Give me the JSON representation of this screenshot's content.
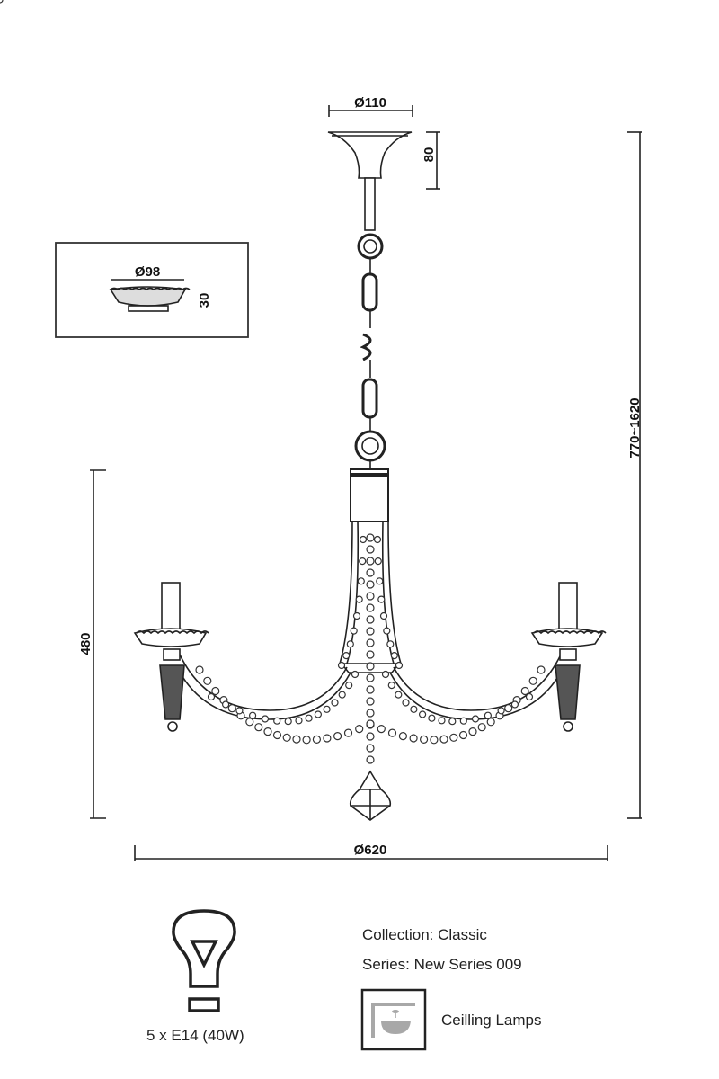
{
  "dimensions": {
    "canopy_diameter": "Ø110",
    "canopy_height": "80",
    "inset_diameter": "Ø98",
    "inset_height": "30",
    "total_height": "770~1620",
    "body_height": "480",
    "width_diameter": "Ø620"
  },
  "info": {
    "bulb_spec": "5 x E14 (40W)",
    "collection": "Collection: Classic",
    "series": "Series: New Series 009",
    "category": "Ceilling Lamps"
  },
  "icons": {
    "bulb": "light-bulb-icon",
    "category": "ceiling-lamp-icon"
  },
  "colors": {
    "line": "#222222",
    "category_icon": "#a8a8a8"
  }
}
